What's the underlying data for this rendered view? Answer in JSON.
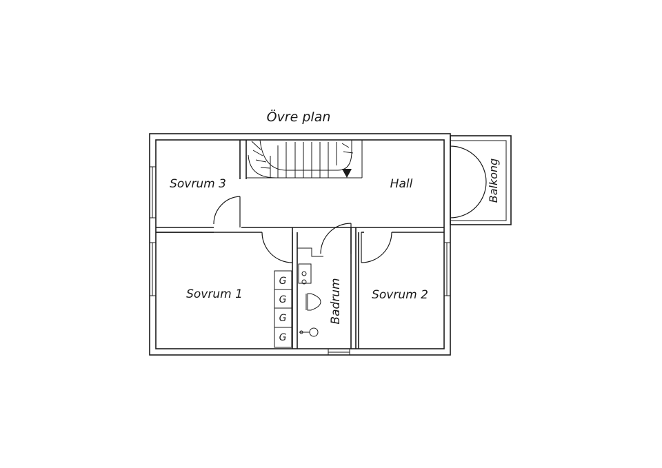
{
  "plan": {
    "title": "Övre plan",
    "rooms": {
      "sovrum3": "Sovrum 3",
      "hall": "Hall",
      "balkong": "Balkong",
      "sovrum1": "Sovrum 1",
      "badrum": "Badrum",
      "sovrum2": "Sovrum 2"
    },
    "wardrobe_label": "G"
  }
}
